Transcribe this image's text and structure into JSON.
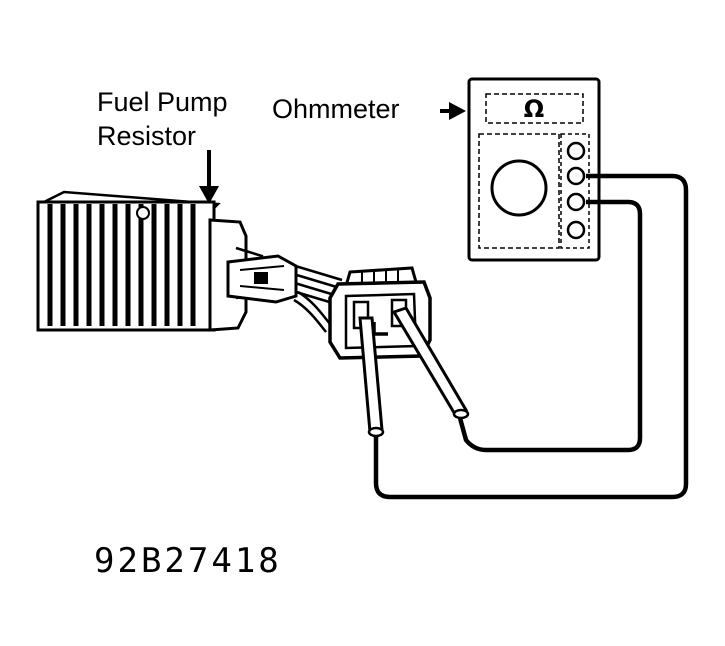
{
  "labels": {
    "resistor_line1": "Fuel Pump",
    "resistor_line2": "Resistor",
    "ohmmeter": "Ohmmeter",
    "figure_id": "92B27418"
  },
  "ohmmeter": {
    "display_symbol": "Ω"
  },
  "colors": {
    "ink": "#000000",
    "background": "#ffffff"
  }
}
